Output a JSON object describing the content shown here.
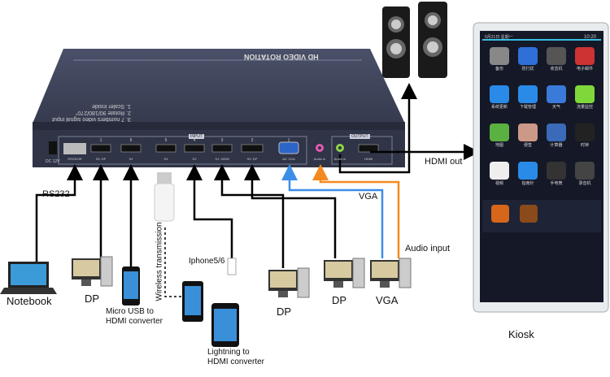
{
  "device": {
    "title": "HD VIDEO ROTATION",
    "features": [
      "1. Scaler inside",
      "2. Rotate 90/180/270°",
      "3. 7 numbers video signal input"
    ],
    "power_label": "DC 12V",
    "input_label": "INPUT",
    "output_label": "OUTPUT",
    "ports": [
      {
        "num": "",
        "label": "RS232/IR"
      },
      {
        "num": "1",
        "label": "S5: DP"
      },
      {
        "num": "6",
        "label": "S4"
      },
      {
        "num": "5",
        "label": "S3"
      },
      {
        "num": "4",
        "label": "S2"
      },
      {
        "num": "3",
        "label": "S1: HDMI"
      },
      {
        "num": "2",
        "label": "S0: DP"
      },
      {
        "num": "1",
        "label": "A0: VGA"
      },
      {
        "num": "",
        "label": "Audio in"
      }
    ],
    "output_ports": [
      {
        "label": "Audio in"
      },
      {
        "label": "HDMI"
      }
    ]
  },
  "labels": {
    "rs232": "RS232",
    "notebook": "Notebook",
    "dp1": "DP",
    "micro_usb": "Micro USB to\nHDMI converter",
    "wireless": "Wireless transmission",
    "iphone": "Iphone5/6",
    "lightning": "Lightning to\nHDMI converter",
    "dp2": "DP",
    "dp3": "DP",
    "vga_line": "VGA",
    "vga_pc": "VGA",
    "audio_input": "Audio input",
    "hdmi_out": "HDMI out",
    "kiosk": "Kiosk"
  },
  "kiosk_screen": {
    "date": "5月21日 星期一",
    "time": "10:20",
    "apps": [
      "备份",
      "防打扰",
      "收音机",
      "电子邮件",
      "系统更新",
      "下载管理",
      "天气",
      "流量监控",
      "地图",
      "便签",
      "计算器",
      "时钟",
      "视频",
      "指南针",
      "手电筒",
      "录音机"
    ]
  },
  "colors": {
    "vga_line": "#3b8ee8",
    "audio_line": "#f5891f",
    "signal_line": "#000000",
    "device": "#3c4256"
  }
}
